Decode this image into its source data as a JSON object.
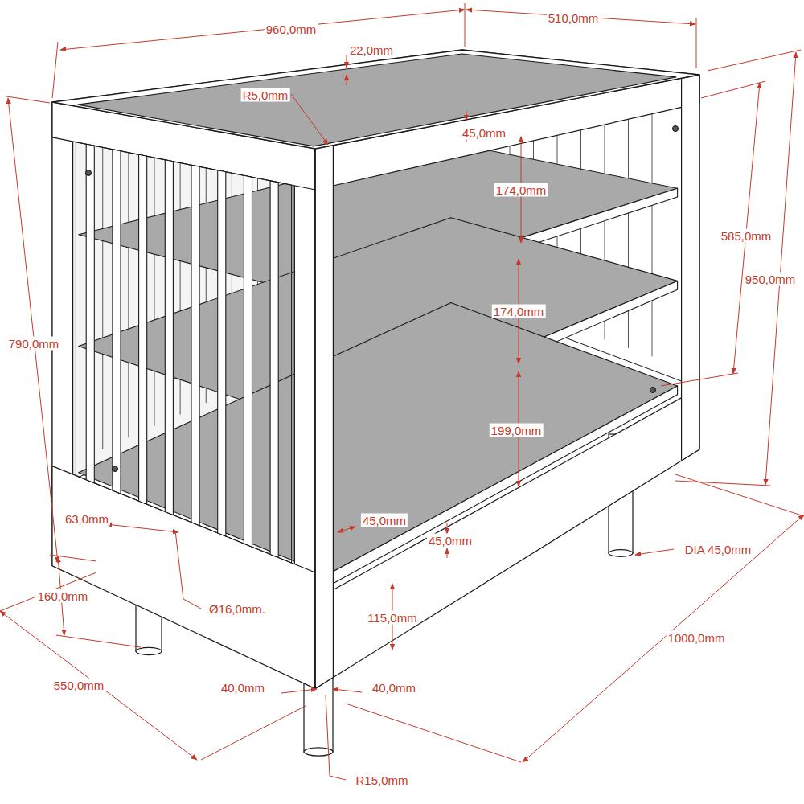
{
  "diagram": {
    "labels": [
      "960,0mm",
      "510,0mm",
      "22,0mm",
      "R5,0mm",
      "45,0mm",
      "174,0mm",
      "174,0mm",
      "199,0mm",
      "585,0mm",
      "950,0mm",
      "790,0mm",
      "63,0mm",
      "45,0mm",
      "45,0mm",
      "160,0mm",
      "Ø16,0mm.",
      "115,0mm",
      "DIA 45,0mm",
      "1000,0mm",
      "550,0mm",
      "40,0mm",
      "40,0mm",
      "R15,0mm"
    ]
  }
}
